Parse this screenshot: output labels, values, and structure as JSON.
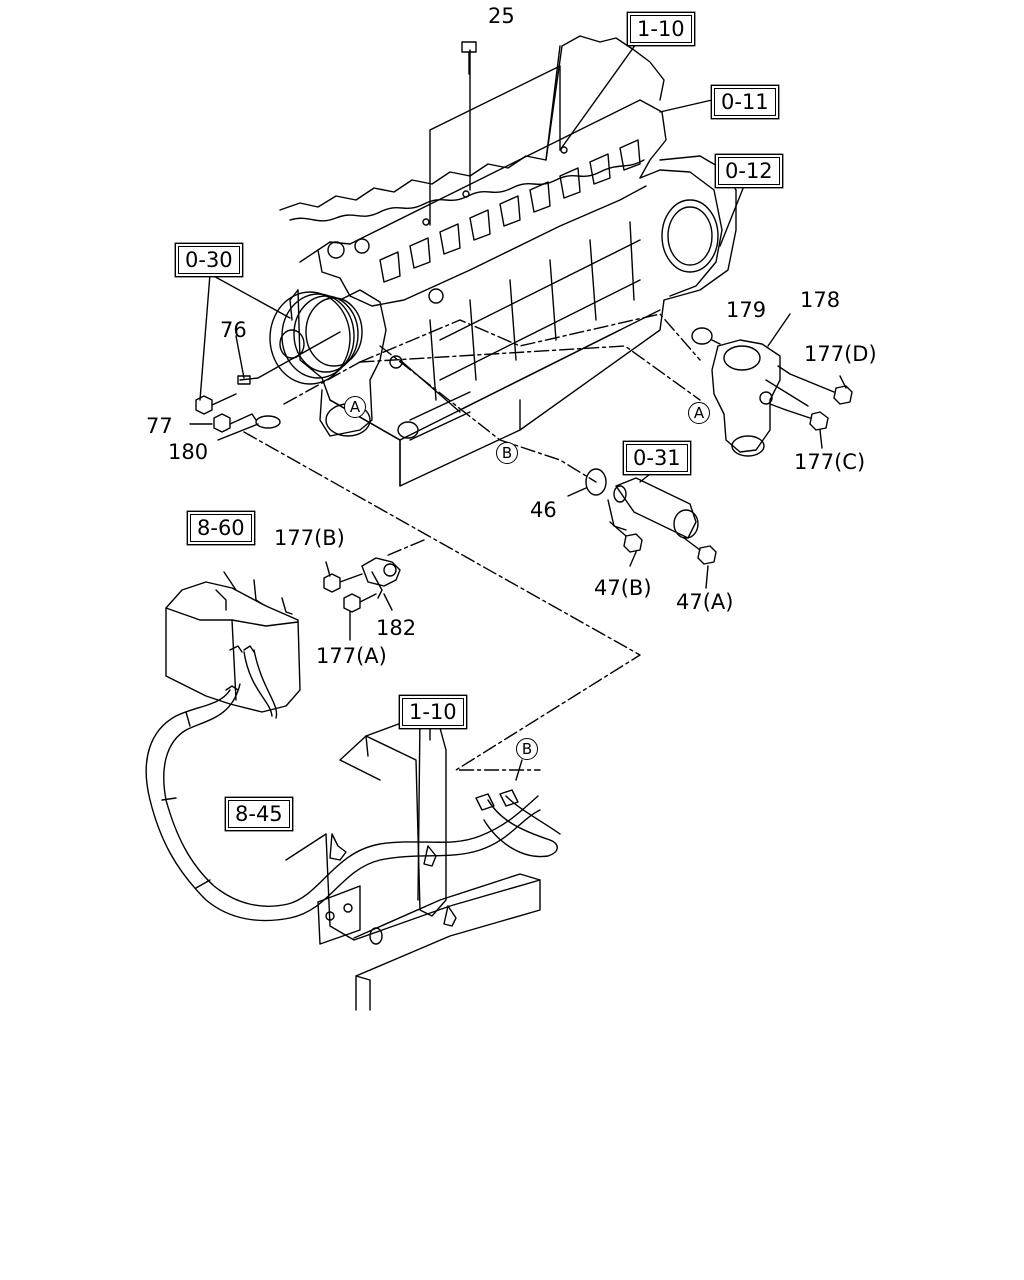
{
  "diagram": {
    "reference_boxes": {
      "ref_1_10_top": "1-10",
      "ref_0_11": "0-11",
      "ref_0_12": "0-12",
      "ref_0_30": "0-30",
      "ref_0_31": "0-31",
      "ref_8_60": "8-60",
      "ref_1_10_bottom": "1-10",
      "ref_8_45": "8-45"
    },
    "part_numbers": {
      "p25": "25",
      "p76": "76",
      "p77": "77",
      "p180": "180",
      "p179": "179",
      "p178": "178",
      "p177d": "177(D)",
      "p177c": "177(C)",
      "p46": "46",
      "p47b": "47(B)",
      "p47a": "47(A)",
      "p177b": "177(B)",
      "p182": "182",
      "p177a": "177(A)"
    },
    "connection_markers": {
      "a_engine": "A",
      "a_housing": "A",
      "b_engine": "B",
      "b_pipe": "B"
    }
  }
}
